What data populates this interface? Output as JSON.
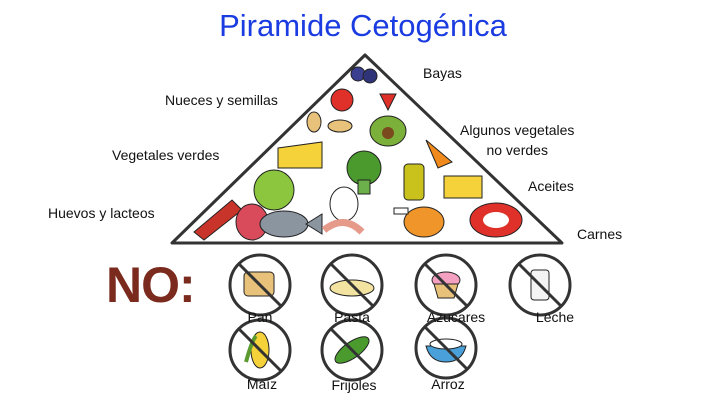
{
  "title": "Piramide Cetogénica",
  "pyramid_labels": {
    "bayas": "Bayas",
    "nueces": "Nueces y semillas",
    "algunos_vegetales": "Algunos vegetales\nno verdes",
    "vegetales_verdes": "Vegetales verdes",
    "aceites": "Aceites",
    "huevos": "Huevos y lacteos",
    "carnes": "Carnes"
  },
  "no_section": {
    "heading": "NO:",
    "items": [
      "Pan",
      "Pasta",
      "Azucares",
      "Leche",
      "Maíz",
      "Frijoles",
      "Arroz"
    ]
  },
  "colors": {
    "title": "#1a3ce0",
    "no_heading": "#7a2b1d"
  }
}
